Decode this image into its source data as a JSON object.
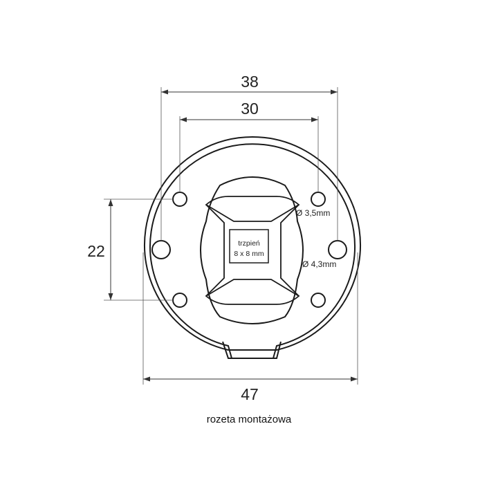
{
  "dimensions": {
    "outer_width": "38",
    "hole_spacing": "30",
    "vertical_spacing": "22",
    "total_width": "47"
  },
  "annotations": {
    "small_hole": "Ø 3,5mm",
    "large_hole": "Ø 4,3mm",
    "spindle_label": "trzpień",
    "spindle_size": "8 x 8 mm"
  },
  "caption": "rozeta montażowa",
  "colors": {
    "line": "#1a1a1a",
    "dim_line": "#333333",
    "background": "#ffffff"
  }
}
